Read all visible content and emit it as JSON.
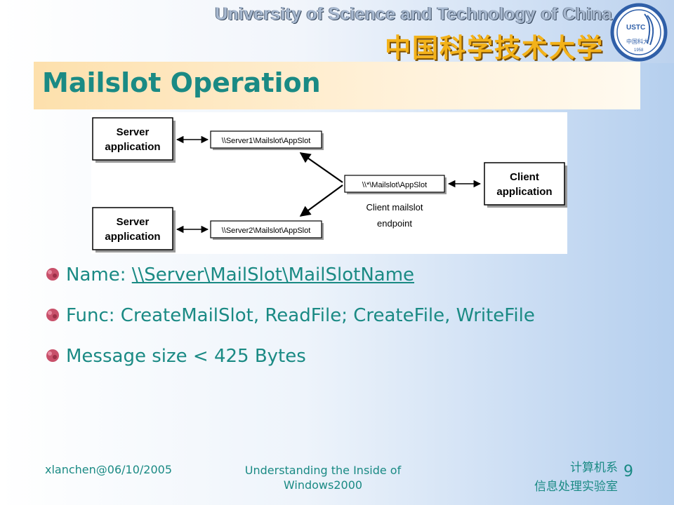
{
  "header": {
    "university_en": "University of Science and Technology of China",
    "university_cn": "中国科学技术大学",
    "logo_text": "USTC",
    "logo_cn": "中国科大",
    "logo_year": "1958"
  },
  "slide": {
    "title": "Mailslot Operation"
  },
  "diagram": {
    "server1_line1": "Server",
    "server1_line2": "application",
    "server2_line1": "Server",
    "server2_line2": "application",
    "slot1": "\\\\Server1\\Mailslot\\AppSlot",
    "slot2": "\\\\Server2\\Mailslot\\AppSlot",
    "client_slot": "\\\\*\\Mailslot\\AppSlot",
    "client_line1": "Client",
    "client_line2": "application",
    "endpoint_line1": "Client mailslot",
    "endpoint_line2": "endpoint"
  },
  "bullets": {
    "name_label": "Name: ",
    "name_link": "\\\\Server\\MailSlot\\MailSlotName",
    "func": "Func: CreateMailSlot, ReadFile; CreateFile, WriteFile",
    "size": "Message size < 425 Bytes"
  },
  "footer": {
    "author": "xlanchen@06/10/2005",
    "course_line1": "Understanding the Inside of",
    "course_line2": "Windows2000",
    "dept_line1": "计算机系",
    "dept_line2": "信息处理实验室",
    "page": "9"
  },
  "colors": {
    "accent": "#1a8a84",
    "title_band": "#fde0ac",
    "cn_title": "#f3b21a"
  }
}
